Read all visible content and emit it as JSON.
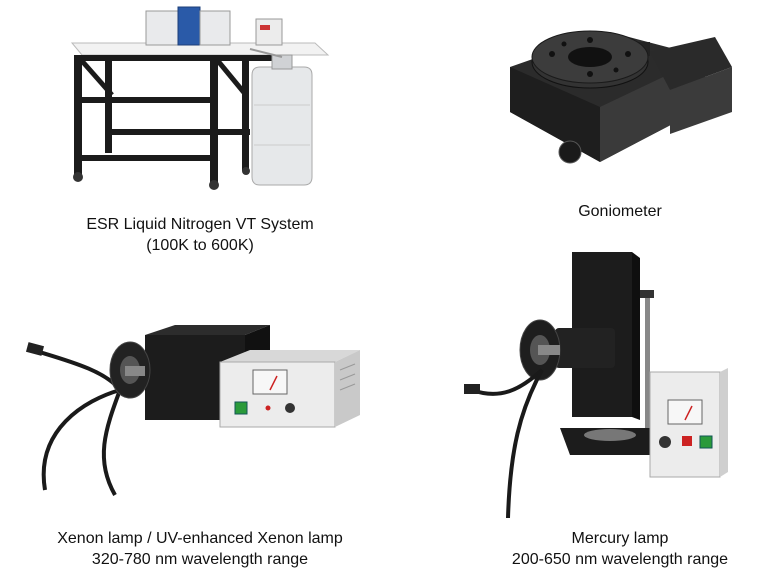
{
  "items": [
    {
      "lines": [
        "ESR Liquid Nitrogen VT System",
        "(100K to 600K)"
      ]
    },
    {
      "lines": [
        "Goniometer"
      ]
    },
    {
      "lines": [
        "Xenon lamp / UV-enhanced Xenon lamp",
        "320-780 nm wavelength range"
      ]
    },
    {
      "lines": [
        "Mercury lamp",
        "200-650 nm wavelength range"
      ]
    }
  ],
  "colors": {
    "frame": "#1b1b1b",
    "instrument": "#e9eaec",
    "accent_blue": "#2a5aa8",
    "dewar": "#e6e8ea"
  }
}
